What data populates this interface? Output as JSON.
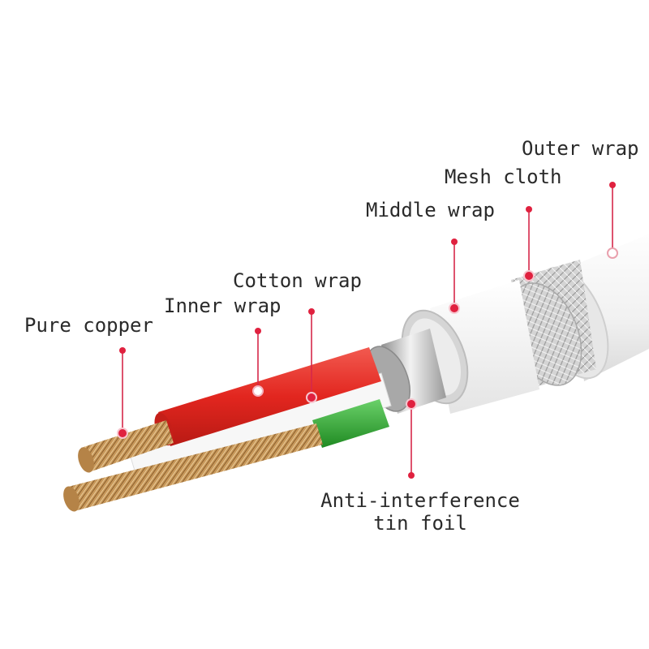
{
  "colors": {
    "background": "#ffffff",
    "leader_line": "#d6284a",
    "leader_dot": "#e0213f",
    "label_text": "#2a2a2a",
    "copper": "#c9a46a",
    "red_insulation": "#e8322c",
    "green_insulation": "#3bb43c",
    "white_insulation": "#f6f6f6",
    "tin_foil": "#bdbdbd",
    "mesh": "#cfcfcf",
    "outer_jacket": "#f3f3f3"
  },
  "labels": {
    "outer_wrap": "Outer wrap",
    "mesh_cloth": "Mesh cloth",
    "middle_wrap": "Middle wrap",
    "cotton_wrap": "Cotton wrap",
    "inner_wrap": "Inner wrap",
    "pure_copper": "Pure copper",
    "anti_interference_line1": "Anti-interference",
    "anti_interference_line2": "tin foil"
  }
}
